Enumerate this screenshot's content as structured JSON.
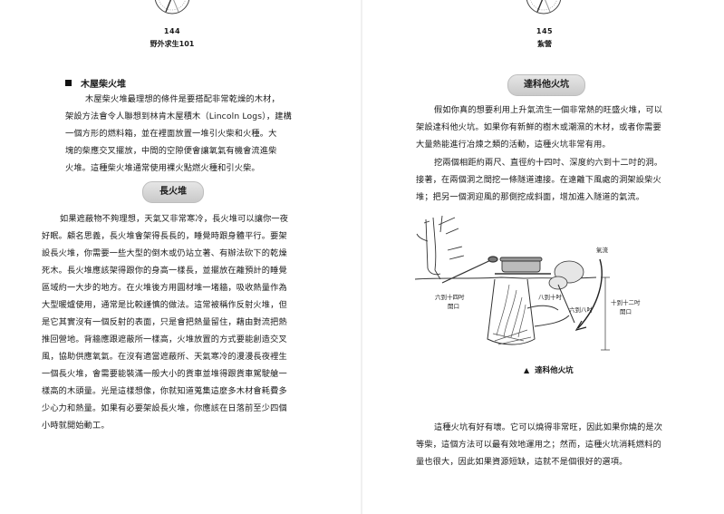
{
  "left_page": {
    "page_number": "144",
    "book_title": "野外求生101",
    "log_cabin_heading": "木屋柴火堆",
    "log_cabin_lines": [
      "木屋柴火堆最理想的條件是要搭配非常乾燥的木材，",
      "架設方法會令人聯想到林肯木屋積木（Lincoln Logs），建構",
      "一個方形的燃料箱，並在裡面放置一堆引火柴和火種。大",
      "塊的柴應交叉擺放，中間的空隙便會讓氧氣有機會流進柴",
      "火堆。這種柴火堆通常使用裸火點燃火種和引火柴。"
    ],
    "long_fire_heading": "長火堆",
    "long_fire_lines": [
      "如果遮蔽物不夠理想，天氣又非常寒冷，長火堆可以讓你一夜",
      "好眠。顧名思義，長火堆會架得長長的，睡覺時跟身體平行。要架",
      "設長火堆，你需要一些大型的倒木或仍站立著、有辦法砍下的乾燥",
      "死木。長火堆應該架得跟你的身高一樣長，並擺放在離預計的睡覺",
      "區域約一大步的地方。在火堆後方用圓材堆一堵牆，吸收熱量作為",
      "大型暖爐使用，通常是比較謹慎的做法。這常被稱作反射火堆，但",
      "是它其實沒有一個反射的表面，只是會把熱量留住，藉由對流把熱",
      "推回營地。背牆應跟遮蔽所一樣高，火堆放置的方式要能創造交叉",
      "風，協助供應氧氣。在沒有適當遮蔽所、天氣寒冷的漫漫長夜裡生",
      "一個長火堆，會需要能裝滿一般大小的貨車並堆得跟貨車駕駛艙一",
      "樣高的木頭量。光是這樣想像，你就知道蒐集這麼多木材會耗費多",
      "少心力和熱量。如果有必要架設長火堆，你應該在日落前至少四個",
      "小時就開始動工。"
    ]
  },
  "right_page": {
    "page_number": "145",
    "chapter_title": "紮營",
    "dakota_heading": "達科他火坑",
    "intro_lines": [
      "假如你真的想要利用上升氣流生一個非常熱的旺盛火堆，可以",
      "架設達科他火坑。如果你有新鮮的樹木或潮濕的木材，或者你需要",
      "大量熱能進行冶煉之類的活動，這種火坑非常有用。"
    ],
    "dig_lines": [
      "挖兩個相距約兩尺、直徑約十四吋、深度約六到十二吋的洞。",
      "接著，在兩個洞之間挖一條隧道連接。在遠離下風處的洞架設柴火",
      "堆；把另一個洞迎風的那側挖成斜面，增加進入隧道的氣流。"
    ],
    "diagram": {
      "label_airflow": "氣流",
      "label_diameter_top": "六到十四吋",
      "label_diameter_bottom": "開口",
      "label_tunnel": "八到十吋",
      "label_slope": "六到八吋",
      "label_depth_top": "十到十二吋",
      "label_depth_bottom": "開口"
    },
    "caption": "達科他火坑",
    "closing_lines": [
      "這種火坑有好有壞。它可以燒得非常旺，因此如果你燒的是次",
      "等柴，這個方法可以最有效地運用之；然而，這種火坑消耗燃料的",
      "量也很大，因此如果資源短缺，這就不是個很好的選項。"
    ]
  }
}
